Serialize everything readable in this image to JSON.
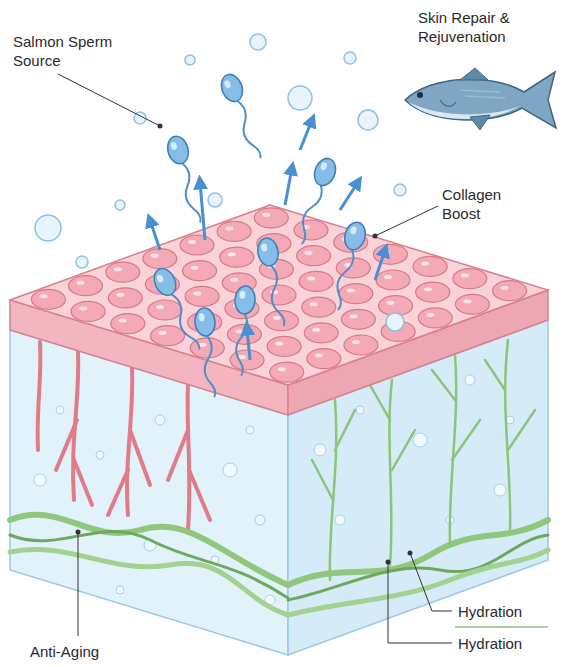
{
  "diagram": {
    "labels": [
      "Salmon Sperm Source",
      "Skin Repair & Rejuvenation",
      "Collagen Boost",
      "Anti-Aging",
      "Hydration",
      "Hydration"
    ]
  }
}
